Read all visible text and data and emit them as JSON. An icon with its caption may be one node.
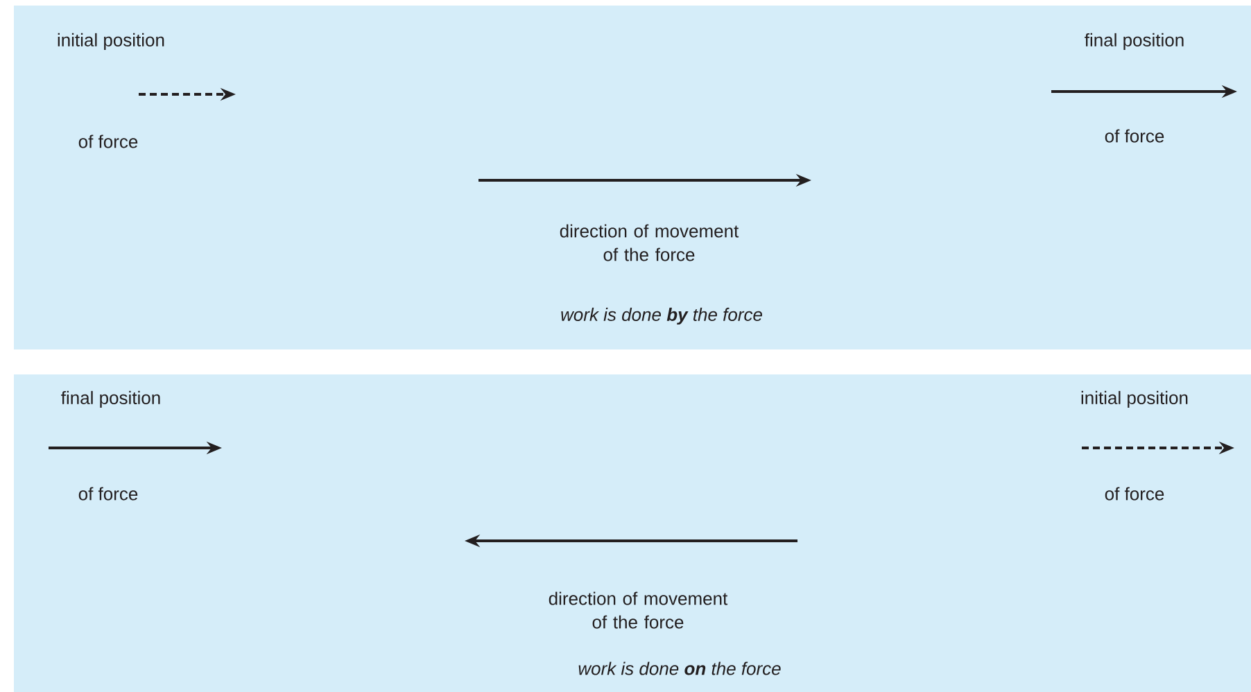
{
  "diagram": {
    "nodes": [
      {
        "text": [
          "work is done **by** the force"
        ]
      },
      {
        "text": [
          "work is done **on** the force"
        ]
      }
    ],
    "labels": [
      "initial position",
      "final position",
      "of force",
      "of force",
      "direction of movement of the force",
      "final position",
      "initial position",
      "of force",
      "of force",
      "direction of movement of the force"
    ]
  }
}
